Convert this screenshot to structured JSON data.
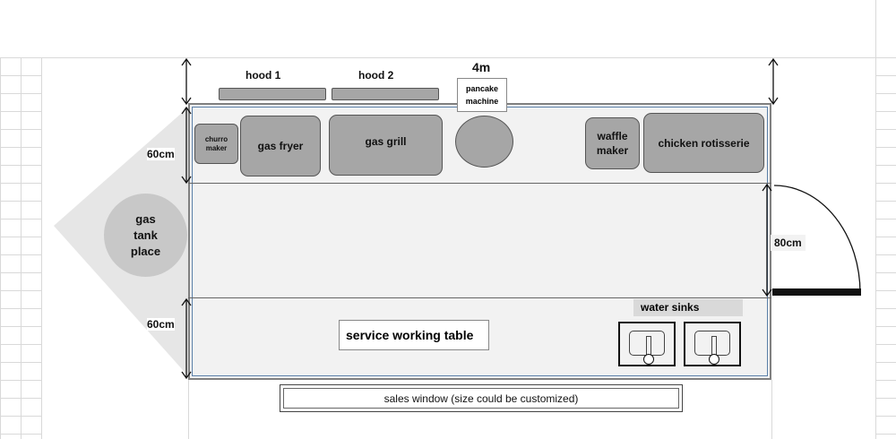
{
  "dimensions": {
    "length": "4m",
    "rear_depth": "60cm",
    "front_depth": "60cm",
    "door_width": "80cm"
  },
  "hoods": [
    {
      "label": "hood 1"
    },
    {
      "label": "hood 2"
    }
  ],
  "equipment": {
    "churro": "churro maker",
    "fryer": "gas fryer",
    "grill": "gas grill",
    "pancake": "pancake machine",
    "waffle": "waffle maker",
    "rotisserie": "chicken rotisserie"
  },
  "gas_tank": "gas tank place",
  "service_table": "service working table",
  "water_sinks": "water sinks",
  "sales_window": "sales window (size could be customized)",
  "colors": {
    "equipment_fill": "#a6a6a6",
    "floor_fill": "#f2f2f2",
    "gas_tank_area": "#e6e6e6"
  }
}
